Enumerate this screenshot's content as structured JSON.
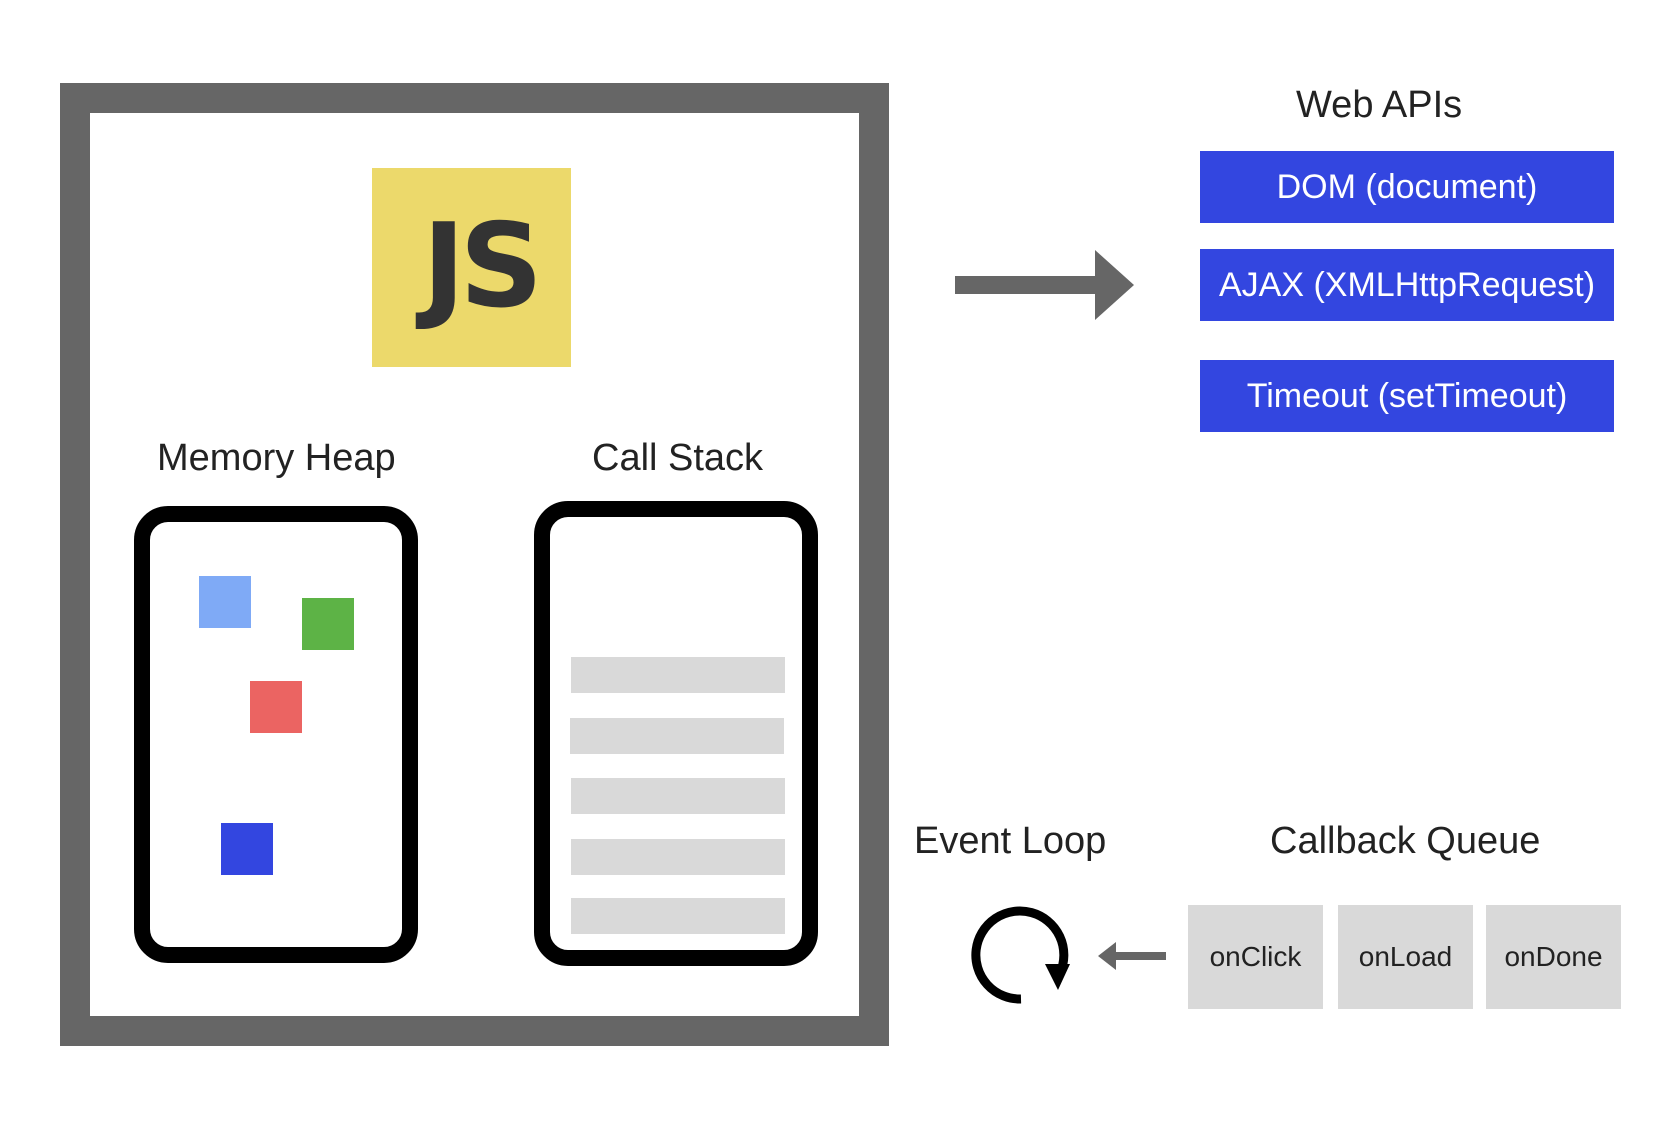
{
  "engine": {
    "logo_text": "JS",
    "memory_heap_label": "Memory Heap",
    "call_stack_label": "Call Stack"
  },
  "web_apis": {
    "title": "Web APIs",
    "items": [
      "DOM (document)",
      "AJAX (XMLHttpRequest)",
      "Timeout (setTimeout)"
    ]
  },
  "event_loop": {
    "label": "Event Loop"
  },
  "callback_queue": {
    "title": "Callback Queue",
    "items": [
      "onClick",
      "onLoad",
      "onDone"
    ]
  },
  "colors": {
    "engine_border": "#666666",
    "js_logo_bg": "#ecd96b",
    "api_box": "#3346e0",
    "heap_block_light_blue": "#7faaf6",
    "heap_block_green": "#5db346",
    "heap_block_red": "#eb6462",
    "heap_block_blue": "#3346e0",
    "stack_frame": "#d9d9d9",
    "queue_item": "#d9d9d9",
    "arrow": "#666666"
  },
  "icons": [
    "arrow-right-icon",
    "arrow-left-icon",
    "loop-icon"
  ]
}
